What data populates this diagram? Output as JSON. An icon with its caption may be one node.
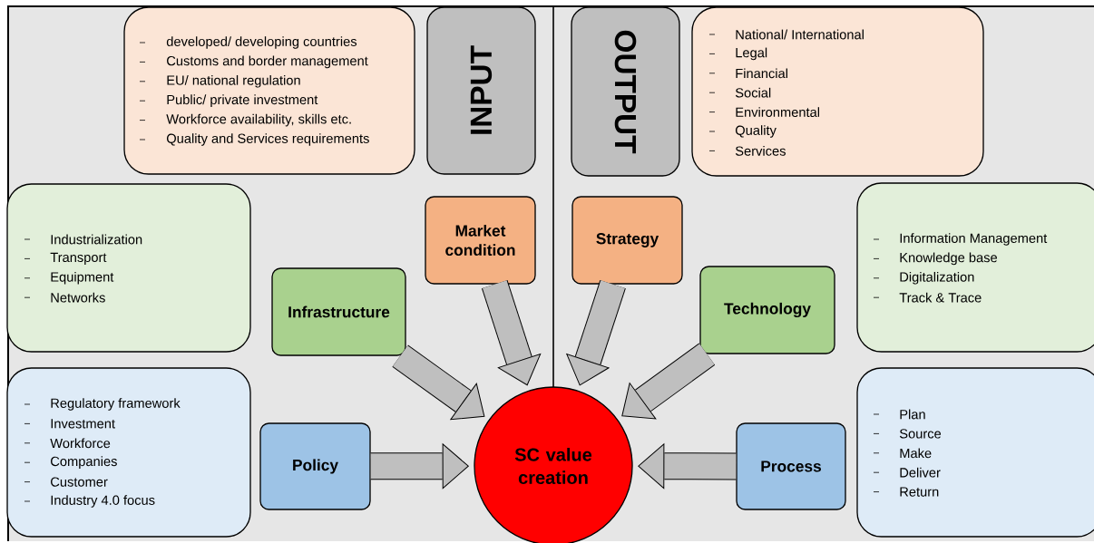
{
  "diagram": {
    "nodes": [
      {
        "text": [
          "developed/ developing countries",
          "Customs and border management",
          "EU/ national regulation",
          "Public/ private investment",
          "Workforce availability, skills etc.",
          "Quality and Services requirements"
        ]
      },
      {
        "text": [
          "INPUT"
        ]
      },
      {
        "text": [
          "OUTPUT"
        ]
      },
      {
        "text": [
          "National/ International",
          "Legal",
          "Financial",
          "Social",
          "Environmental",
          "Quality",
          "Services"
        ]
      },
      {
        "text": [
          "Industrialization",
          "Transport",
          "Equipment",
          "Networks"
        ]
      },
      {
        "text": [
          "Market condition"
        ]
      },
      {
        "text": [
          "Strategy"
        ]
      },
      {
        "text": [
          "Information Management",
          "Knowledge base",
          "Digitalization",
          "Track & Trace"
        ]
      },
      {
        "text": [
          "Infrastructure"
        ]
      },
      {
        "text": [
          "Technology"
        ]
      },
      {
        "text": [
          "Regulatory framework",
          "Investment",
          "Workforce",
          "Companies",
          "Customer",
          "Industry 4.0 focus"
        ]
      },
      {
        "text": [
          "Policy"
        ]
      },
      {
        "text": [
          "SC value creation"
        ]
      },
      {
        "text": [
          "Process"
        ]
      },
      {
        "text": [
          "Plan",
          "Source",
          "Make",
          "Deliver",
          "Return"
        ]
      }
    ],
    "edges": [
      {
        "from": 5,
        "to": 12,
        "arrow": "to"
      },
      {
        "from": 6,
        "to": 12,
        "arrow": "to"
      },
      {
        "from": 8,
        "to": 12,
        "arrow": "to"
      },
      {
        "from": 9,
        "to": 12,
        "arrow": "to"
      },
      {
        "from": 11,
        "to": 12,
        "arrow": "to"
      },
      {
        "from": 13,
        "to": 12,
        "arrow": "to"
      }
    ]
  }
}
